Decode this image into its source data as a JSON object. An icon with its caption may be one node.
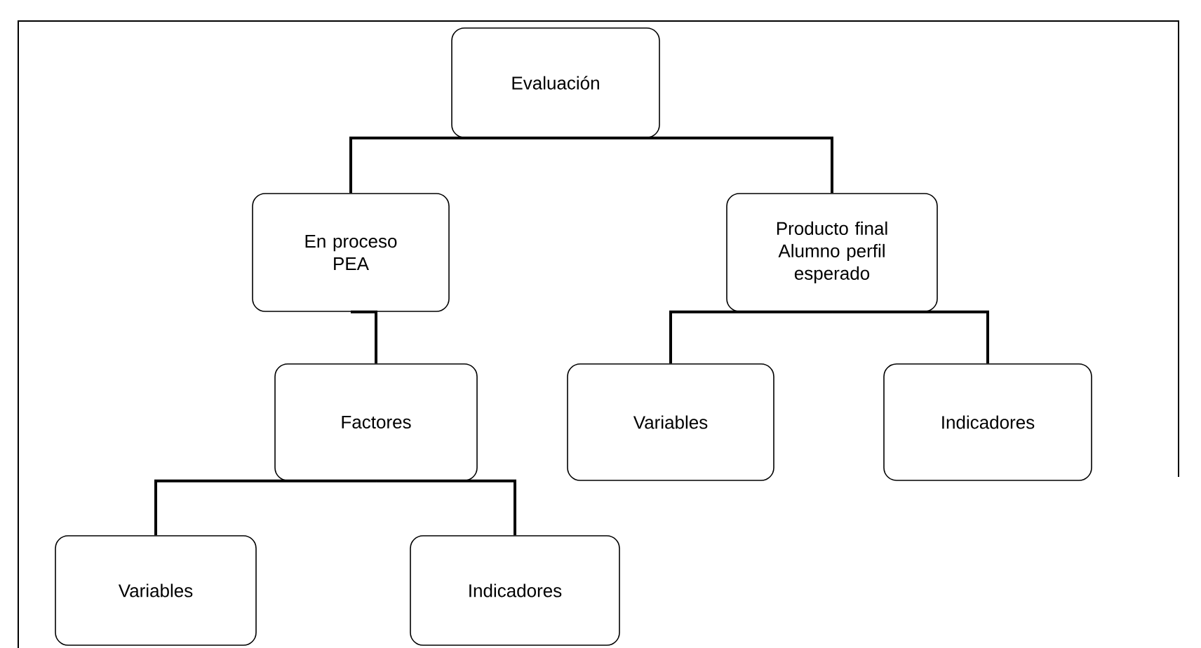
{
  "diagram": {
    "nodes": [
      {
        "text": [
          "Evaluación"
        ]
      },
      {
        "text": [
          "En proceso PEA"
        ]
      },
      {
        "text": [
          "Producto final Alumno perfil esperado"
        ]
      },
      {
        "text": [
          "Factores"
        ]
      },
      {
        "text": [
          "Variables"
        ]
      },
      {
        "text": [
          "Indicadores"
        ]
      },
      {
        "text": [
          "Variables"
        ]
      },
      {
        "text": [
          "Indicadores"
        ]
      }
    ],
    "edges": [
      {
        "from": 0,
        "to": 1,
        "arrow": "none"
      },
      {
        "from": 0,
        "to": 2,
        "arrow": "none"
      },
      {
        "from": 1,
        "to": 3,
        "arrow": "none"
      },
      {
        "from": 2,
        "to": 4,
        "arrow": "none"
      },
      {
        "from": 2,
        "to": 5,
        "arrow": "none"
      },
      {
        "from": 3,
        "to": 6,
        "arrow": "none"
      },
      {
        "from": 3,
        "to": 7,
        "arrow": "none"
      }
    ]
  }
}
